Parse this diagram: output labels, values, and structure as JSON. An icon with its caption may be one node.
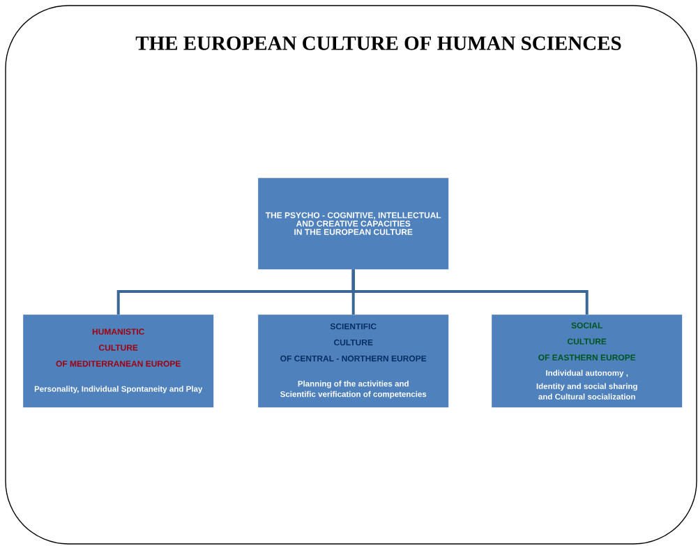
{
  "diagram": {
    "title": "THE EUROPEAN CULTURE OF HUMAN SCIENCES",
    "nodes": [
      {
        "text": [
          "THE PSYCHO - COGNITIVE, INTELLECTUAL AND CREATIVE CAPACITIES IN THE EUROPEAN CULTURE"
        ]
      },
      {
        "text": [
          "HUMANISTIC",
          "CULTURE",
          "OF  MEDITERRANEAN EUROPE",
          "Personality, Individual Spontaneity and Play"
        ]
      },
      {
        "text": [
          "SCIENTIFIC",
          "CULTURE",
          "OF CENTRAL - NORTHERN EUROPE",
          "Planning of the activities and Scientific verification of competencies"
        ]
      },
      {
        "text": [
          "SOCIAL",
          "CULTURE",
          "OF EASTHERN EUROPE",
          "Individual autonomy ,",
          "Identity and social sharing and Cultural socialization"
        ]
      }
    ],
    "edges": [
      {
        "from": 0,
        "to": 1,
        "arrow": "none"
      },
      {
        "from": 0,
        "to": 2,
        "arrow": "none"
      },
      {
        "from": 0,
        "to": 3,
        "arrow": "none"
      }
    ]
  }
}
